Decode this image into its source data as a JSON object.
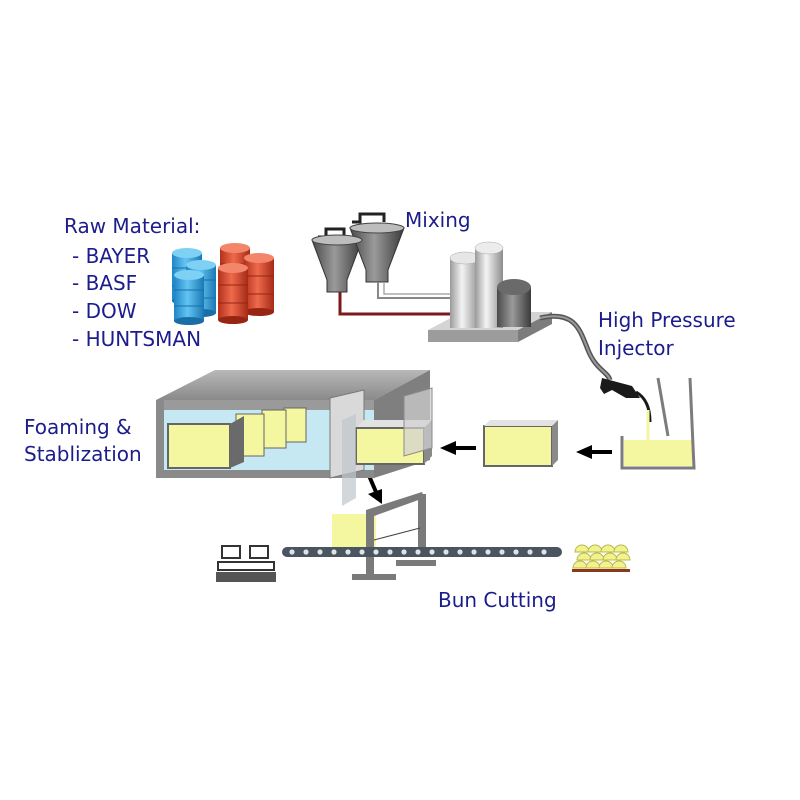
{
  "raw_material": {
    "title": "Raw Material:",
    "suppliers": [
      "- BAYER",
      "- BASF",
      "- DOW",
      "- HUNTSMAN"
    ]
  },
  "stages": {
    "mixing": "Mixing",
    "injector_line1": "High Pressure",
    "injector_line2": "Injector",
    "foaming_line1": "Foaming &",
    "foaming_line2": "Stablization",
    "bun_cutting": "Bun Cutting"
  },
  "colors": {
    "text": "#1c1c8c",
    "foam": "#f4f6a0",
    "drum_blue": "#3aa6e0",
    "drum_red": "#d8452b",
    "equipment_gray": "#8a8a8a",
    "pipe_red": "#7a1a1a"
  }
}
